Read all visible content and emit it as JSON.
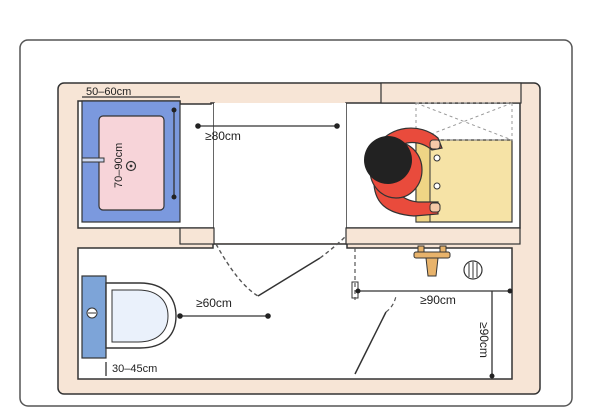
{
  "dimensions": {
    "basin_width": "50–60cm",
    "basin_depth": "70–90cm",
    "basin_clearance": "≥80cm",
    "toilet_clearance": "≥60cm",
    "toilet_side": "30–45cm",
    "shower_width": "≥90cm",
    "shower_depth": "≥90cm"
  },
  "colors": {
    "wall": "#f7e5d6",
    "basin_cabinet": "#7b99de",
    "basin_sink": "#f7d4d9",
    "washer": "#f6e3a6",
    "person_shirt": "#e94b3c",
    "person_hair": "#222222",
    "toilet_tank": "#7da4d8",
    "faucet": "#e8b36b",
    "outline": "#333333",
    "dim_line": "#333333",
    "door_swing": "#555555"
  },
  "icons": {
    "basin": "basin-icon",
    "washing_machine": "washing-machine-icon",
    "person": "person-icon",
    "toilet": "toilet-icon",
    "shower_faucet": "faucet-icon",
    "drain": "drain-icon"
  }
}
